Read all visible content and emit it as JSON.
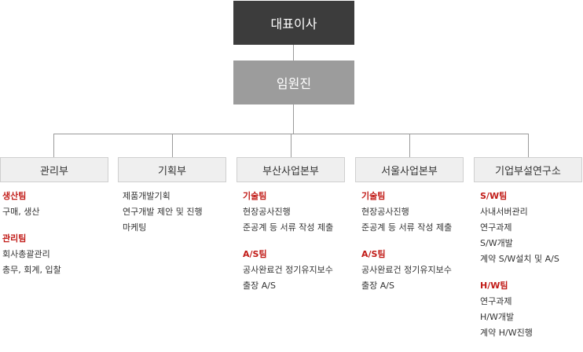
{
  "org": {
    "ceo": "대표이사",
    "exec": "임원진"
  },
  "departments": [
    {
      "name": "관리부",
      "teams": [
        {
          "title": "생산팀",
          "items": [
            "구매, 생산"
          ]
        },
        {
          "title": "관리팀",
          "items": [
            "회사총괄관리",
            "총무, 회계, 입찰"
          ]
        }
      ]
    },
    {
      "name": "기획부",
      "teams": [
        {
          "title": "",
          "items": [
            "제품개발기획",
            "연구개발 제안 및 진행",
            "마케팅"
          ]
        }
      ]
    },
    {
      "name": "부산사업본부",
      "teams": [
        {
          "title": "기술팀",
          "items": [
            "현장공사진행",
            "준공계 등 서류 작성 제출"
          ]
        },
        {
          "title": "A/S팀",
          "items": [
            "공사완료건 정기유지보수",
            "출장 A/S"
          ]
        }
      ]
    },
    {
      "name": "서울사업본부",
      "teams": [
        {
          "title": "기술팀",
          "items": [
            "현장공사진행",
            "준공계 등 서류 작성 제출"
          ]
        },
        {
          "title": "A/S팀",
          "items": [
            "공사완료건 정기유지보수",
            "출장 A/S"
          ]
        }
      ]
    },
    {
      "name": "기업부설연구소",
      "teams": [
        {
          "title": "S/W팀",
          "items": [
            "사내서버관리",
            "연구과제",
            "S/W개발",
            "계약 S/W설치 및 A/S"
          ]
        },
        {
          "title": "H/W팀",
          "items": [
            "연구과제",
            "H/W개발",
            "계약 H/W진행"
          ]
        }
      ]
    }
  ],
  "colors": {
    "ceo_box": "#3c3c3c",
    "exec_box": "#9c9c9c",
    "team_title": "#c11b17",
    "dept_box": "#efefef"
  }
}
